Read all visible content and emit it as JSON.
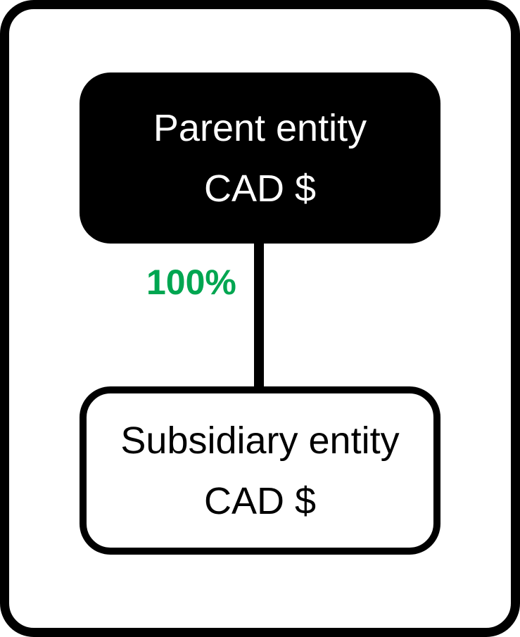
{
  "diagram": {
    "parent_box": {
      "line1": "Parent entity",
      "line2": "CAD $"
    },
    "ownership": {
      "label": "100%"
    },
    "subsidiary_box": {
      "line1": "Subsidiary entity",
      "line2": "CAD $"
    },
    "colors": {
      "box_black": "#000000",
      "line_black": "#000000",
      "ownership_green": "#00A651",
      "parent_text": "#FFFFFF",
      "subsidiary_text": "#000000"
    }
  }
}
